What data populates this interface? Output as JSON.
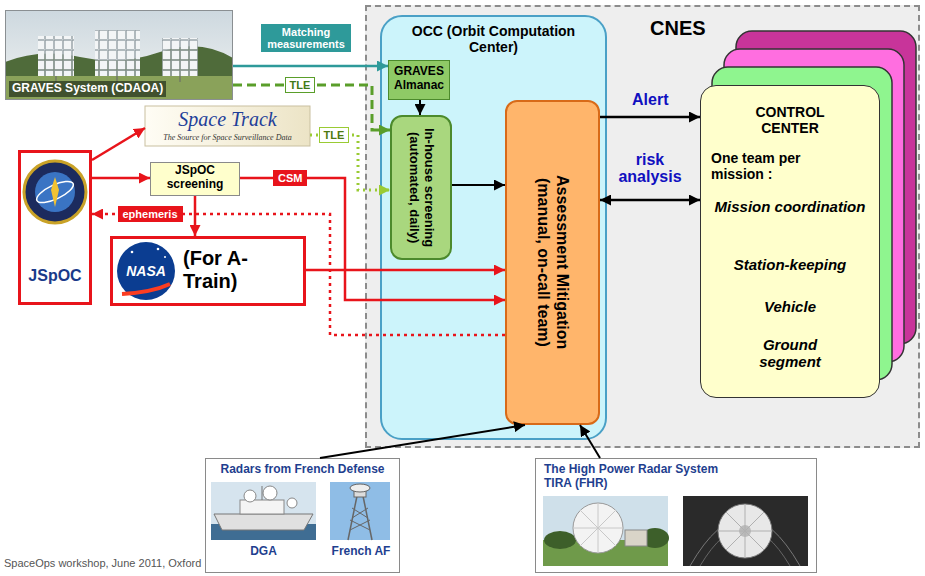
{
  "diagram": {
    "nodes": [
      {
        "text": [
          "GRAVES System (CDAOA)"
        ]
      },
      {
        "text": [
          "CNES"
        ]
      },
      {
        "text": [
          "OCC (Orbit Computation Center)"
        ],
        "in": 1
      },
      {
        "text": [
          "GRAVES Almanac"
        ],
        "in": 2
      },
      {
        "text": [
          "In-house screening (automated, daily)"
        ],
        "in": 2
      },
      {
        "text": [
          "Assessment Mitigation (manual, on-call team)"
        ],
        "in": 2
      },
      {
        "text": [
          "CONTROL CENTER",
          "One team per mission :",
          "Mission coordination",
          "Station-keeping",
          "Vehicle",
          "Ground segment"
        ],
        "in": 1
      },
      {
        "text": [
          "Space Track",
          "The Source for Space Surveillance Data"
        ]
      },
      {
        "text": [
          "JSpOC"
        ]
      },
      {
        "text": [
          "JSpOC screening"
        ]
      },
      {
        "text": [
          "NASA",
          "(For A-Train)"
        ]
      },
      {
        "text": [
          "Radars from French Defense",
          "DGA",
          "French AF"
        ]
      },
      {
        "text": [
          "The High Power Radar System TIRA (FHR)"
        ]
      }
    ],
    "edges": [
      {
        "from": 0,
        "to": 3,
        "arrow": "to",
        "label": "Matching measurements"
      },
      {
        "from": 0,
        "to": 4,
        "arrow": "to",
        "label": "TLE"
      },
      {
        "from": 7,
        "to": 4,
        "arrow": "to",
        "label": "TLE"
      },
      {
        "from": 3,
        "to": 4,
        "arrow": "to"
      },
      {
        "from": 4,
        "to": 5,
        "arrow": "to"
      },
      {
        "from": 5,
        "to": 6,
        "arrow": "to",
        "label": "Alert"
      },
      {
        "from": 6,
        "to": 5,
        "arrow": "both",
        "label": "risk analysis"
      },
      {
        "from": 8,
        "to": 7,
        "arrow": "to"
      },
      {
        "from": 8,
        "to": 9,
        "arrow": "to"
      },
      {
        "from": 9,
        "to": 10,
        "arrow": "to"
      },
      {
        "from": 9,
        "to": 5,
        "arrow": "to",
        "label": "CSM"
      },
      {
        "from": 5,
        "to": 8,
        "arrow": "to",
        "label": "ephemeris"
      },
      {
        "from": 10,
        "to": 5,
        "arrow": "to"
      },
      {
        "from": 11,
        "to": 5,
        "arrow": "to"
      },
      {
        "from": 12,
        "to": 5,
        "arrow": "to"
      }
    ],
    "labels": [
      "SpaceOps workshop, June 2011, Oxford"
    ]
  }
}
